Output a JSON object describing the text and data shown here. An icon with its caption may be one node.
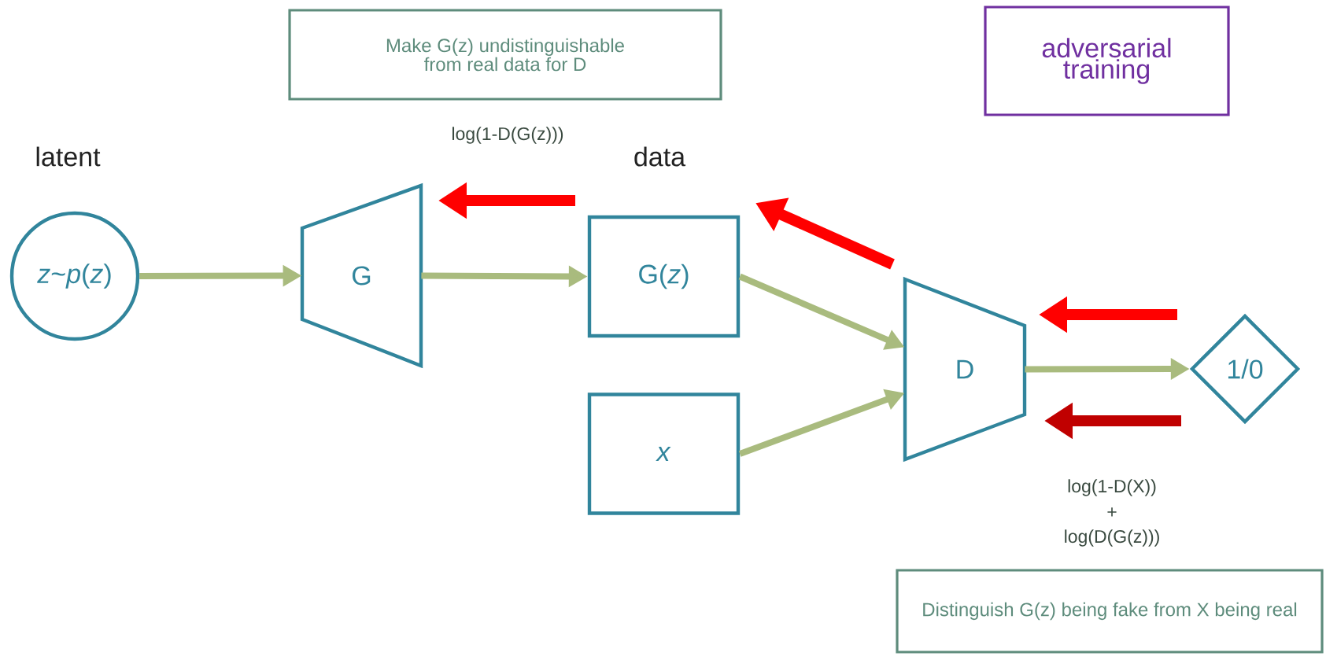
{
  "diagram": {
    "nodes": [
      {
        "text": [
          "*z*~*p*(*z*)"
        ]
      },
      {
        "text": [
          "G"
        ]
      },
      {
        "text": [
          "G(*z*)"
        ]
      },
      {
        "text": [
          "*x*"
        ]
      },
      {
        "text": [
          "D"
        ]
      },
      {
        "text": [
          "1/0"
        ]
      },
      {
        "text": [
          "Make G(z) undistinguishable from real data for D"
        ]
      },
      {
        "text": [
          "adversarial training"
        ]
      },
      {
        "text": [
          "Distinguish G(z) being fake from X being real"
        ]
      }
    ],
    "edges": [
      {
        "from": 0,
        "to": 1,
        "arrow": "to"
      },
      {
        "from": 1,
        "to": 2,
        "arrow": "to"
      },
      {
        "from": 2,
        "to": 4,
        "arrow": "to"
      },
      {
        "from": 3,
        "to": 4,
        "arrow": "to"
      },
      {
        "from": 4,
        "to": 5,
        "arrow": "to"
      }
    ],
    "labels": [
      "latent",
      "data",
      "log(1-D(G(z)))",
      "log(1-D(X))",
      "+",
      "log(D(G(z)))"
    ]
  }
}
